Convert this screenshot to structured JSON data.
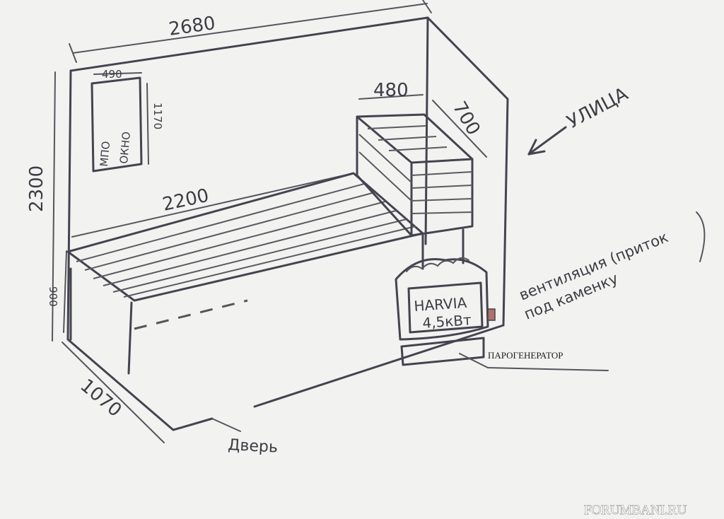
{
  "dimensions": {
    "wall_width": "2680",
    "height": "2300",
    "window_width": "490",
    "window_height": "1170",
    "bench_length": "2200",
    "upper_bench_width": "480",
    "upper_bench_height": "700",
    "bench_height": "900",
    "depth": "1070"
  },
  "window": {
    "line1": "МПО",
    "line2": "ОКНО"
  },
  "outside_label": "УЛИЦА",
  "heater": {
    "brand": "HARVIA",
    "power": "4,5кВт"
  },
  "ventilation": {
    "line1": "вентиляция (приток",
    "line2": "под каменку"
  },
  "steam_generator": "ПАРОГЕНЕРАТОР",
  "door": "Дверь",
  "watermark": "FORUMBANI.RU"
}
